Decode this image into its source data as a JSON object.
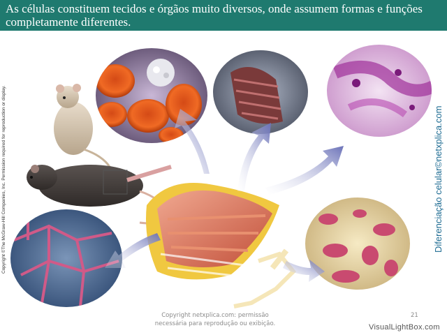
{
  "slide": {
    "title": "As células constituem tecidos e órgãos muito diversos, onde assumem formas e funções completamente diferentes.",
    "side_copyright": "Copyright ©The McGraw-Hill Companies, Inc. Permission required for reproduction or display.",
    "side_title": "Diferenciação celular©netxplica.com",
    "footer_copyright_line1": "Copyright netxplica.com: permissão",
    "footer_copyright_line2": "necessária para reprodução ou exibição.",
    "slide_number": "21",
    "watermark": "VisualLightBox.com"
  },
  "colors": {
    "title_bar": "#1f7a6f",
    "title_text": "#ffffff",
    "side_title": "#1d6b92",
    "arrow": "#8a8fc9"
  }
}
